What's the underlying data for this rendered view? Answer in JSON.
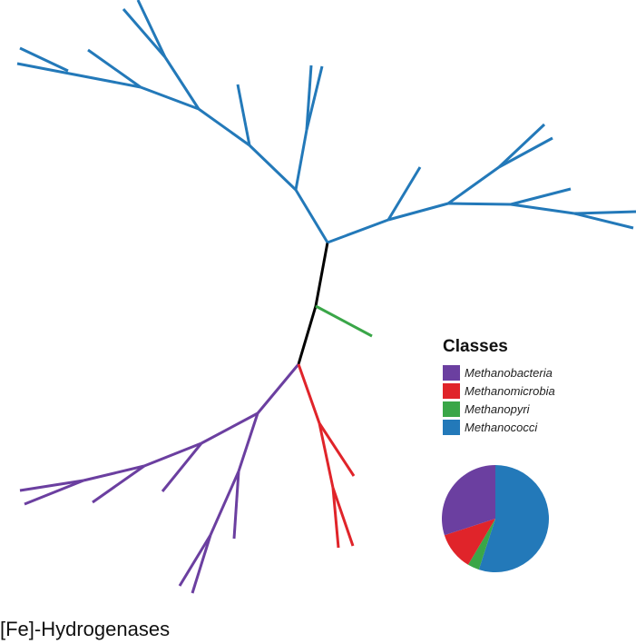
{
  "legend": {
    "title": "Classes",
    "items": [
      {
        "label": "Methanobacteria",
        "color": "#6b3fa0"
      },
      {
        "label": "Methanomicrobia",
        "color": "#e0242a"
      },
      {
        "label": "Methanopyri",
        "color": "#3aa648"
      },
      {
        "label": "Methanococci",
        "color": "#2379b9"
      }
    ]
  },
  "caption": "[Fe]-Hydrogenases",
  "tree": {
    "root_color": "#000000",
    "pie_proportions": [
      {
        "class": "Methanococci",
        "fraction": 0.55
      },
      {
        "class": "Methanopyri",
        "fraction": 0.035
      },
      {
        "class": "Methanomicrobia",
        "fraction": 0.115
      },
      {
        "class": "Methanobacteria",
        "fraction": 0.3
      }
    ]
  }
}
